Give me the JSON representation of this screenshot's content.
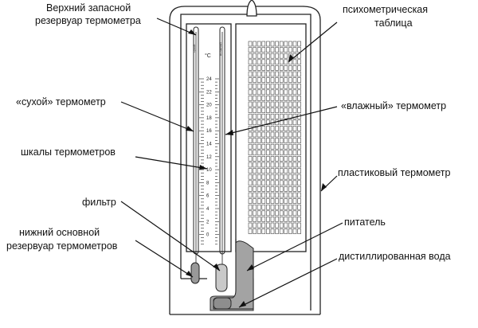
{
  "labels": {
    "top_reservoir_line1": "Верхний запасной",
    "top_reservoir_line2": "резервуар термометра",
    "psychro_table_line1": "психометрическая",
    "psychro_table_line2": "таблица",
    "dry_thermometer": "«сухой» термометр",
    "wet_thermometer": "«влажный» термометр",
    "scales": "шкалы термометров",
    "plastic_case": "пластиковый термометр",
    "filter": "фильтр",
    "feeder": "питатель",
    "bottom_reservoir_line1": "нижний основной",
    "bottom_reservoir_line2": "резервуар термометров",
    "distilled_water": "дистиллированная вода"
  },
  "thermometer": {
    "unit": "°C",
    "dry_tag": "сухой",
    "wet_tag": "влажный",
    "scale_ticks": [
      "24",
      "22",
      "20",
      "18",
      "16",
      "14",
      "12",
      "10",
      "8",
      "6",
      "4",
      "2",
      "0"
    ]
  },
  "colors": {
    "outline": "#222222",
    "water": "#9a9a9a",
    "grid": "#444444"
  }
}
